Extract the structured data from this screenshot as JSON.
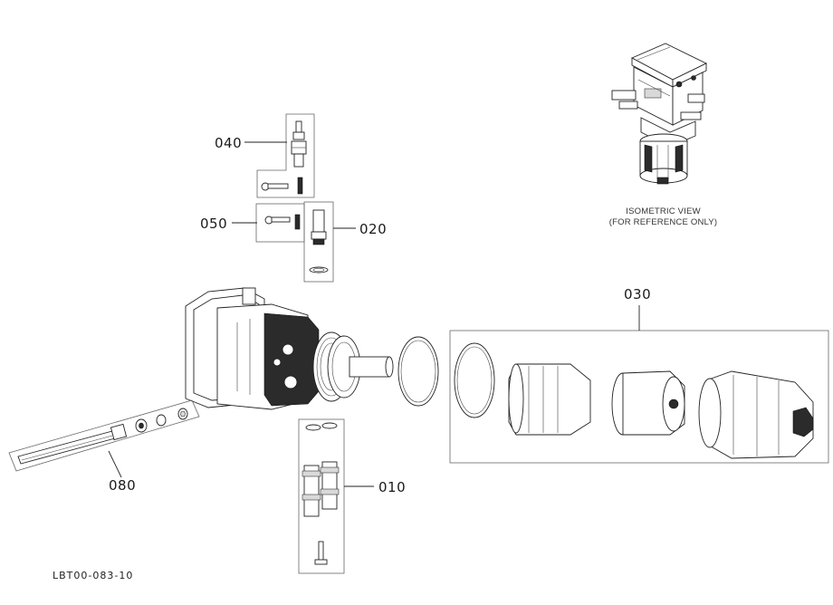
{
  "callouts": {
    "c010": "010",
    "c020": "020",
    "c030": "030",
    "c040": "040",
    "c050": "050",
    "c080": "080"
  },
  "isometric_note": {
    "line1": "ISOMETRIC VIEW",
    "line2": "(FOR REFERENCE ONLY)"
  },
  "drawing_id": "LBT00-083-10"
}
